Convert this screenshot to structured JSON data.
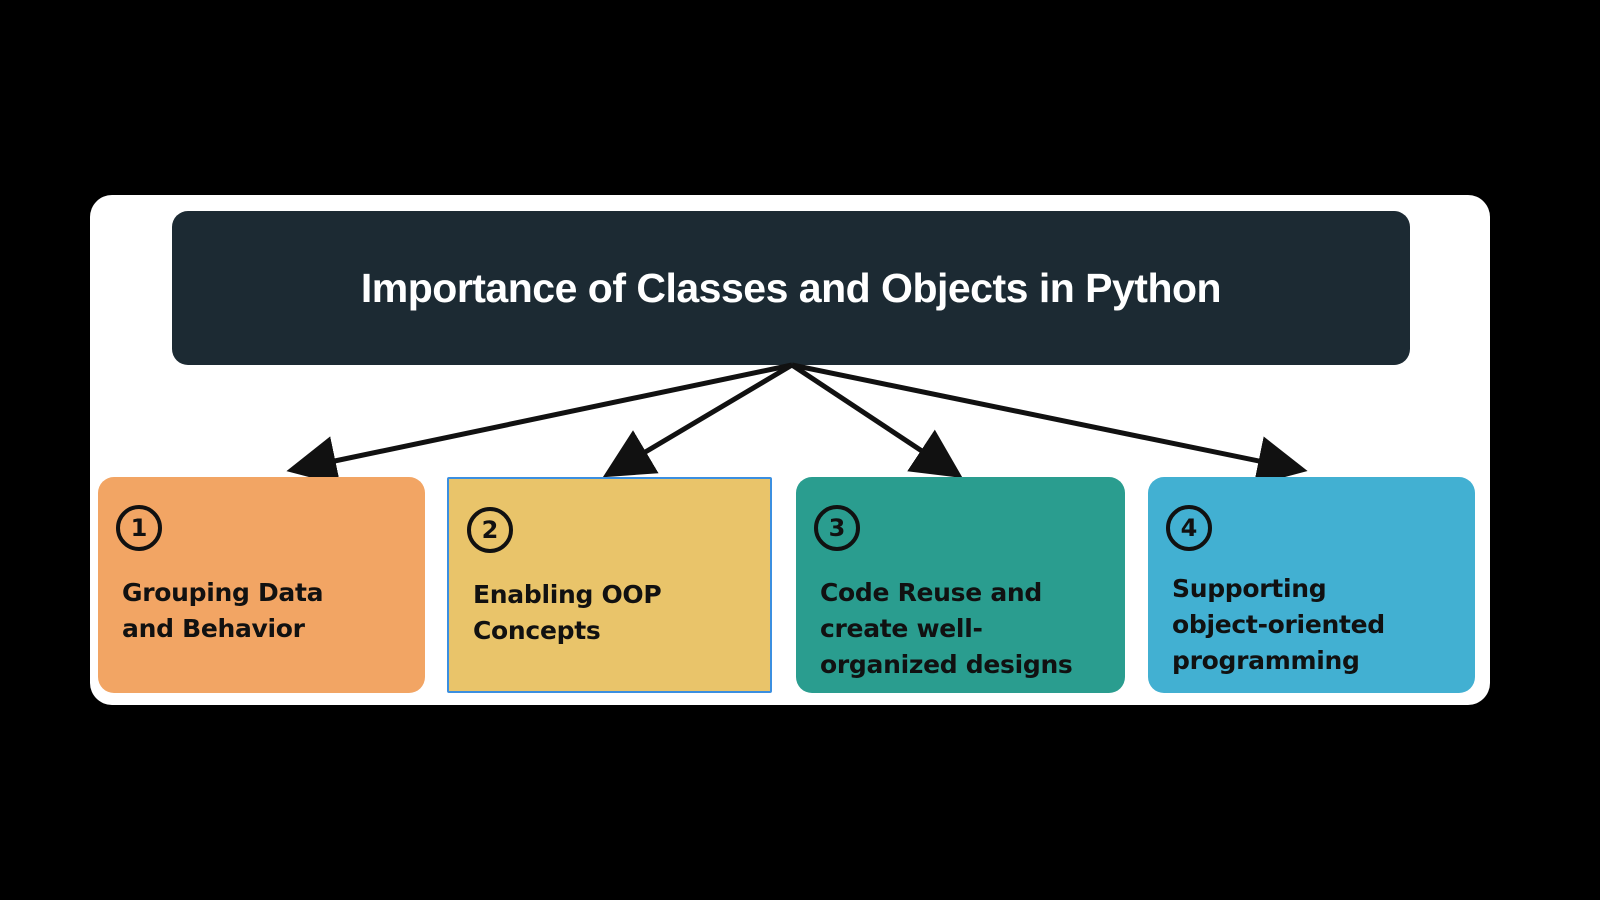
{
  "title": "Importance of Classes and Objects in Python",
  "colors": {
    "background": "#000000",
    "card": "#ffffff",
    "header": "#1c2a33",
    "box1": "#f2a564",
    "box2": "#e9c46a",
    "box3": "#2a9d8f",
    "box4": "#42b0d2",
    "arrow": "#111111"
  },
  "items": [
    {
      "number": "1",
      "label": "Grouping Data\nand Behavior"
    },
    {
      "number": "2",
      "label": "Enabling OOP\nConcepts"
    },
    {
      "number": "3",
      "label": "Code Reuse and\ncreate well-\norganized designs"
    },
    {
      "number": "4",
      "label": "Supporting\nobject-oriented\nprogramming"
    }
  ]
}
